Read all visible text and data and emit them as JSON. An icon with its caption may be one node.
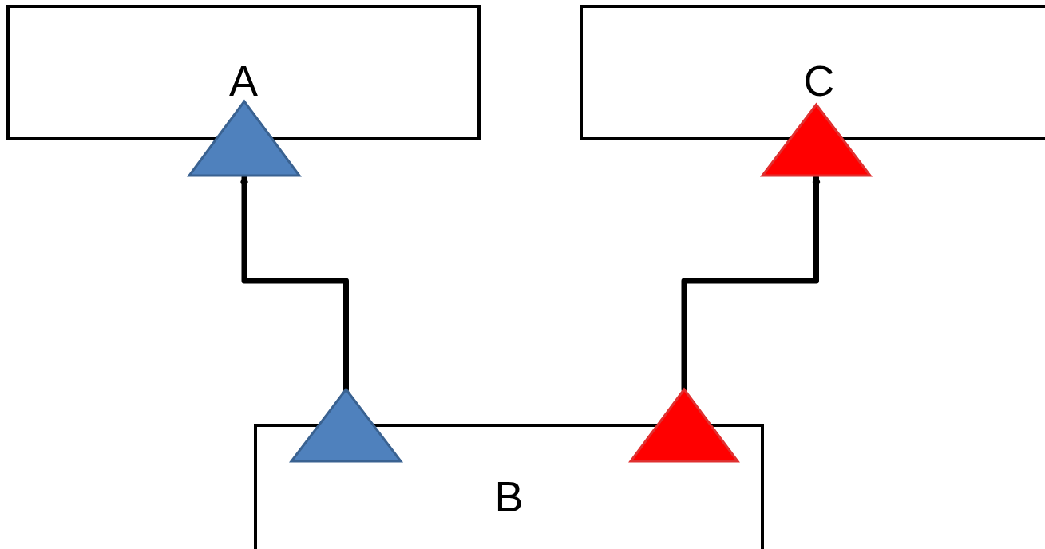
{
  "diagram": {
    "nodes": [
      {
        "text": [
          "A"
        ]
      },
      {
        "text": [
          "C"
        ]
      },
      {
        "text": [
          "B"
        ]
      },
      {
        "text": [],
        "shape": "triangle"
      },
      {
        "text": [],
        "shape": "triangle"
      },
      {
        "text": [],
        "shape": "triangle"
      },
      {
        "text": [],
        "shape": "triangle"
      }
    ],
    "edges": [
      {
        "from": 5,
        "to": 3,
        "arrow": "to"
      },
      {
        "from": 6,
        "to": 4,
        "arrow": "to"
      }
    ]
  }
}
